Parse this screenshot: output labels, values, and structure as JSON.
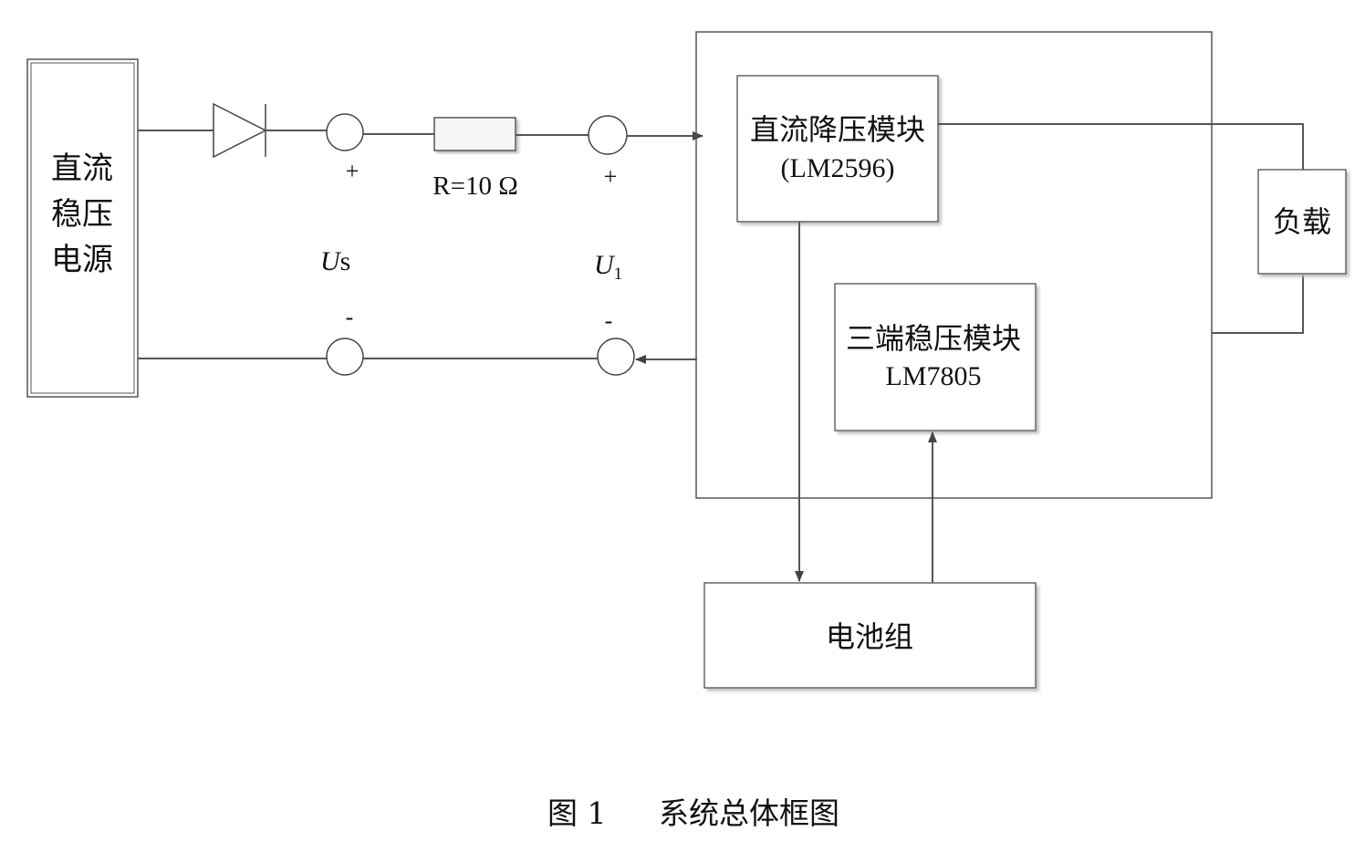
{
  "diagram": {
    "power_supply": {
      "line1": "直流",
      "line2": "稳压",
      "line3": "电源"
    },
    "resistor_label": "R=10 Ω",
    "us_terminal": {
      "plus": "+",
      "symbol": "U",
      "subscript": "s",
      "minus": "-"
    },
    "u1_terminal": {
      "plus": "+",
      "symbol": "U",
      "subscript": "1",
      "minus": "-"
    },
    "buck_module": {
      "line1": "直流降压模块",
      "line2": "(LM2596)"
    },
    "regulator_module": {
      "line1": "三端稳压模块",
      "line2": "LM7805"
    },
    "load": "负载",
    "battery": "电池组"
  },
  "caption": {
    "number": "图 1",
    "title": "系统总体框图"
  }
}
